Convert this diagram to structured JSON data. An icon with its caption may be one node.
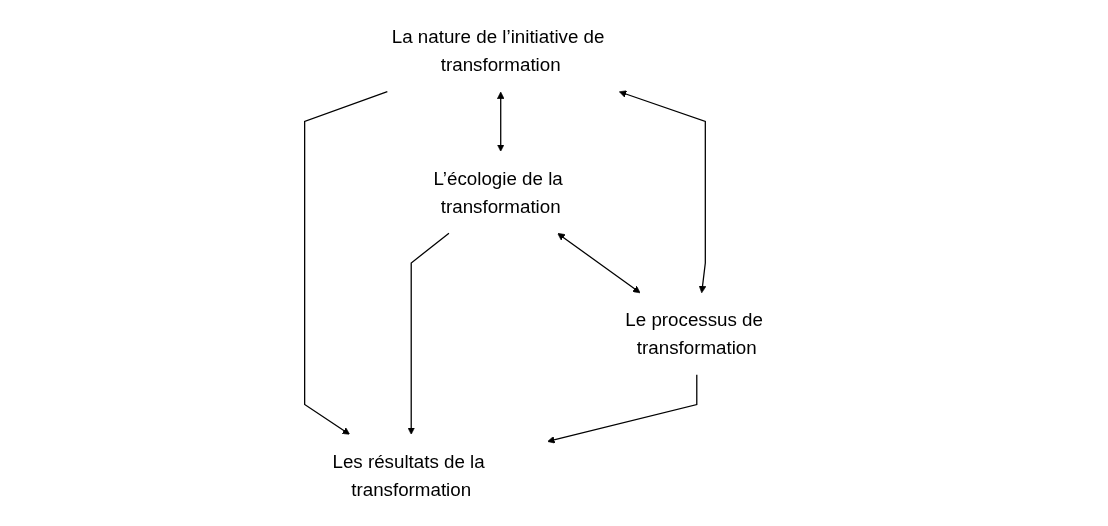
{
  "diagram": {
    "nodes": [
      {
        "text": [
          "La nature de l’initiative de transformation"
        ]
      },
      {
        "text": [
          "Les résultats de la transformation"
        ]
      },
      {
        "text": [
          "L’écologie de la transformation"
        ]
      },
      {
        "text": [
          "Le processus de transformation"
        ]
      }
    ],
    "edges": [
      {
        "from": 0,
        "to": 1,
        "arrow": "to"
      },
      {
        "from": 0,
        "to": 2,
        "arrow": "both"
      },
      {
        "from": 0,
        "to": 3,
        "arrow": "both"
      },
      {
        "from": 2,
        "to": 1,
        "arrow": "to"
      },
      {
        "from": 3,
        "to": 1,
        "arrow": "to"
      },
      {
        "from": 2,
        "to": 3,
        "arrow": "both"
      }
    ]
  }
}
